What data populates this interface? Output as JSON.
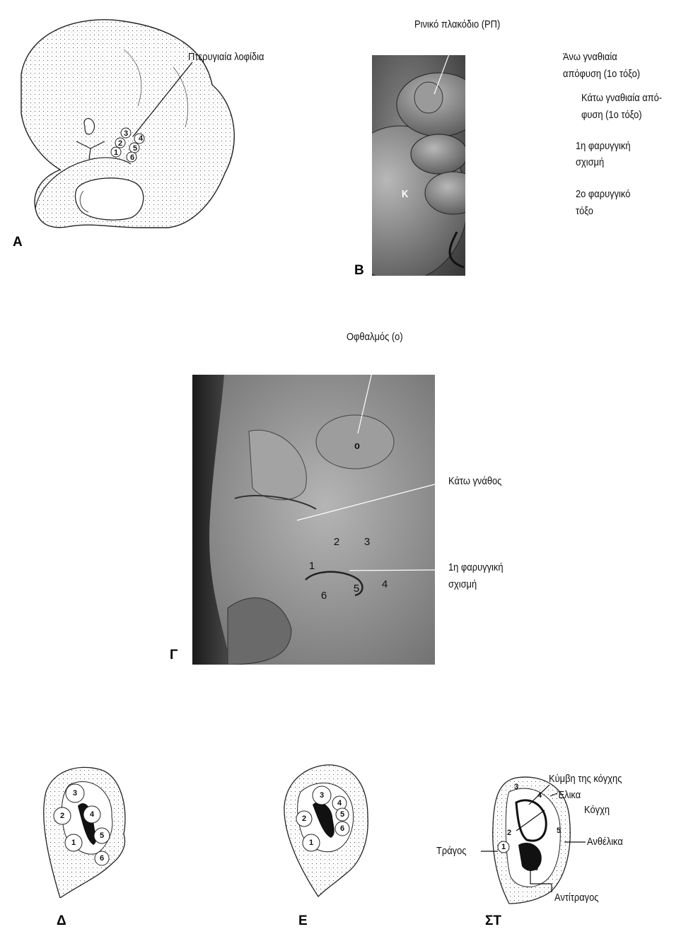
{
  "panel_A": {
    "letter": "A",
    "label_hillocks": "Πτερυγιαία λοφίδια",
    "hillock_numbers": [
      "1",
      "2",
      "3",
      "4",
      "5",
      "6"
    ]
  },
  "panel_B": {
    "letter": "B",
    "label_nasal_placode": "Ρινικό πλακόδιο (ΡΠ)",
    "label_maxillary_1": "Άνω γναθιαία",
    "label_maxillary_2": "απόφυση (1ο τόξο)",
    "label_mandibular_1": "Κάτω γναθιαία από-",
    "label_mandibular_2": "φυση (1ο τόξο)",
    "label_cleft_1": "1η φαρυγγική",
    "label_cleft_2": "σχισμή",
    "label_arch2_1": "2ο φαρυγγικό",
    "label_arch2_2": "τόξο",
    "photo_mark": "Κ"
  },
  "panel_G": {
    "letter": "Γ",
    "label_eye": "Οφθαλμός (ο)",
    "label_jaw": "Κάτω γνάθος",
    "label_cleft_1": "1η φαρυγγική",
    "label_cleft_2": "σχισμή",
    "eye_mark": "ο",
    "hillock_numbers": [
      "1",
      "2",
      "3",
      "4",
      "5",
      "6"
    ]
  },
  "panel_D": {
    "letter": "Δ",
    "hillock_numbers": [
      "1",
      "2",
      "3",
      "4",
      "5",
      "6"
    ]
  },
  "panel_E": {
    "letter": "Ε",
    "hillock_numbers": [
      "1",
      "2",
      "3",
      "4",
      "5",
      "6"
    ]
  },
  "panel_ST": {
    "letter": "ΣΤ",
    "label_cymba": "Κύμβη της κόγχης",
    "label_helix": "Έλικα",
    "label_concha": "Κόγχη",
    "label_antihelix": "Ανθέλικα",
    "label_tragus": "Τράγος",
    "label_antitragus": "Αντίτραγος",
    "hillock_numbers": [
      "1",
      "2",
      "3",
      "4",
      "5",
      "6"
    ]
  }
}
